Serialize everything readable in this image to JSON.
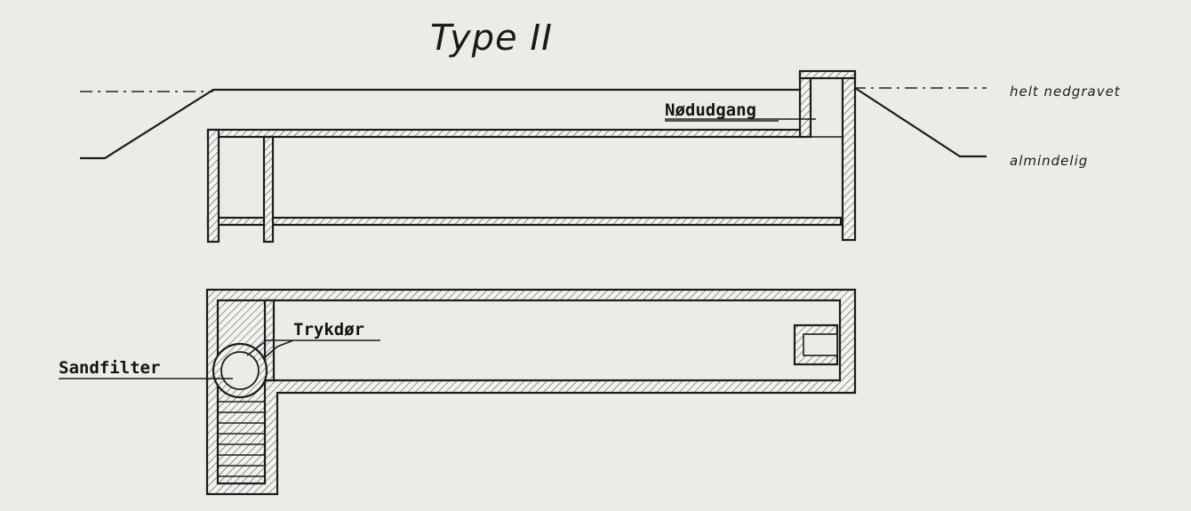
{
  "title": "Type II",
  "ground_levels": {
    "fully_buried": "helt nedgravet",
    "ordinary": "almindelig"
  },
  "labels": {
    "emergency_exit": "Nødudgang",
    "pressure_door": "Trykdør",
    "sand_filter": "Sandfilter"
  }
}
